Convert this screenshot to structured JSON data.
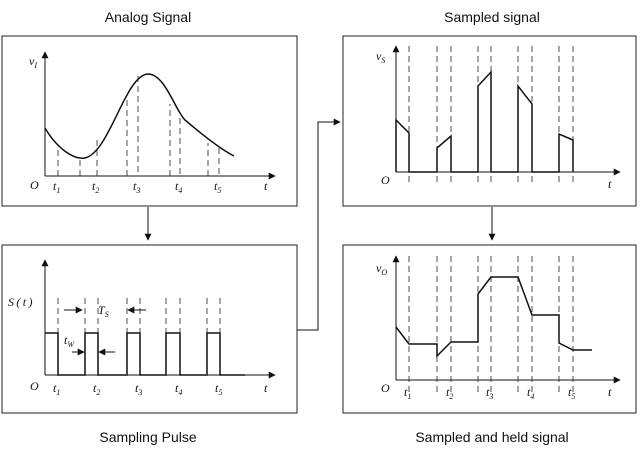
{
  "captions": {
    "analog": "Analog Signal",
    "sampled": "Sampled signal",
    "pulse": "Sampling Pulse",
    "held": "Sampled and held signal"
  },
  "panel_analog": {
    "y_label": "v",
    "y_sub": "I",
    "origin": "O",
    "x_label": "t",
    "ticks": [
      {
        "t": "t",
        "s": "1"
      },
      {
        "t": "t",
        "s": "2"
      },
      {
        "t": "t",
        "s": "3"
      },
      {
        "t": "t",
        "s": "4"
      },
      {
        "t": "t",
        "s": "5"
      }
    ]
  },
  "panel_sampled": {
    "y_label": "v",
    "y_sub": "S",
    "origin": "O",
    "x_label": "t"
  },
  "panel_pulse": {
    "y_label": "S ( t )",
    "origin": "O",
    "x_label": "t",
    "ts": "T",
    "ts_sub": "S",
    "tw": "t",
    "tw_sub": "W",
    "ticks": [
      {
        "t": "t",
        "s": "1"
      },
      {
        "t": "t",
        "s": "2"
      },
      {
        "t": "t",
        "s": "3"
      },
      {
        "t": "t",
        "s": "4"
      },
      {
        "t": "t",
        "s": "5"
      }
    ]
  },
  "panel_held": {
    "y_label": "v",
    "y_sub": "O",
    "origin": "O",
    "x_label": "t",
    "ticks": [
      {
        "t": "t",
        "s": "1"
      },
      {
        "t": "t",
        "s": "2"
      },
      {
        "t": "t",
        "s": "3"
      },
      {
        "t": "t",
        "s": "4"
      },
      {
        "t": "t",
        "s": "5"
      }
    ]
  }
}
